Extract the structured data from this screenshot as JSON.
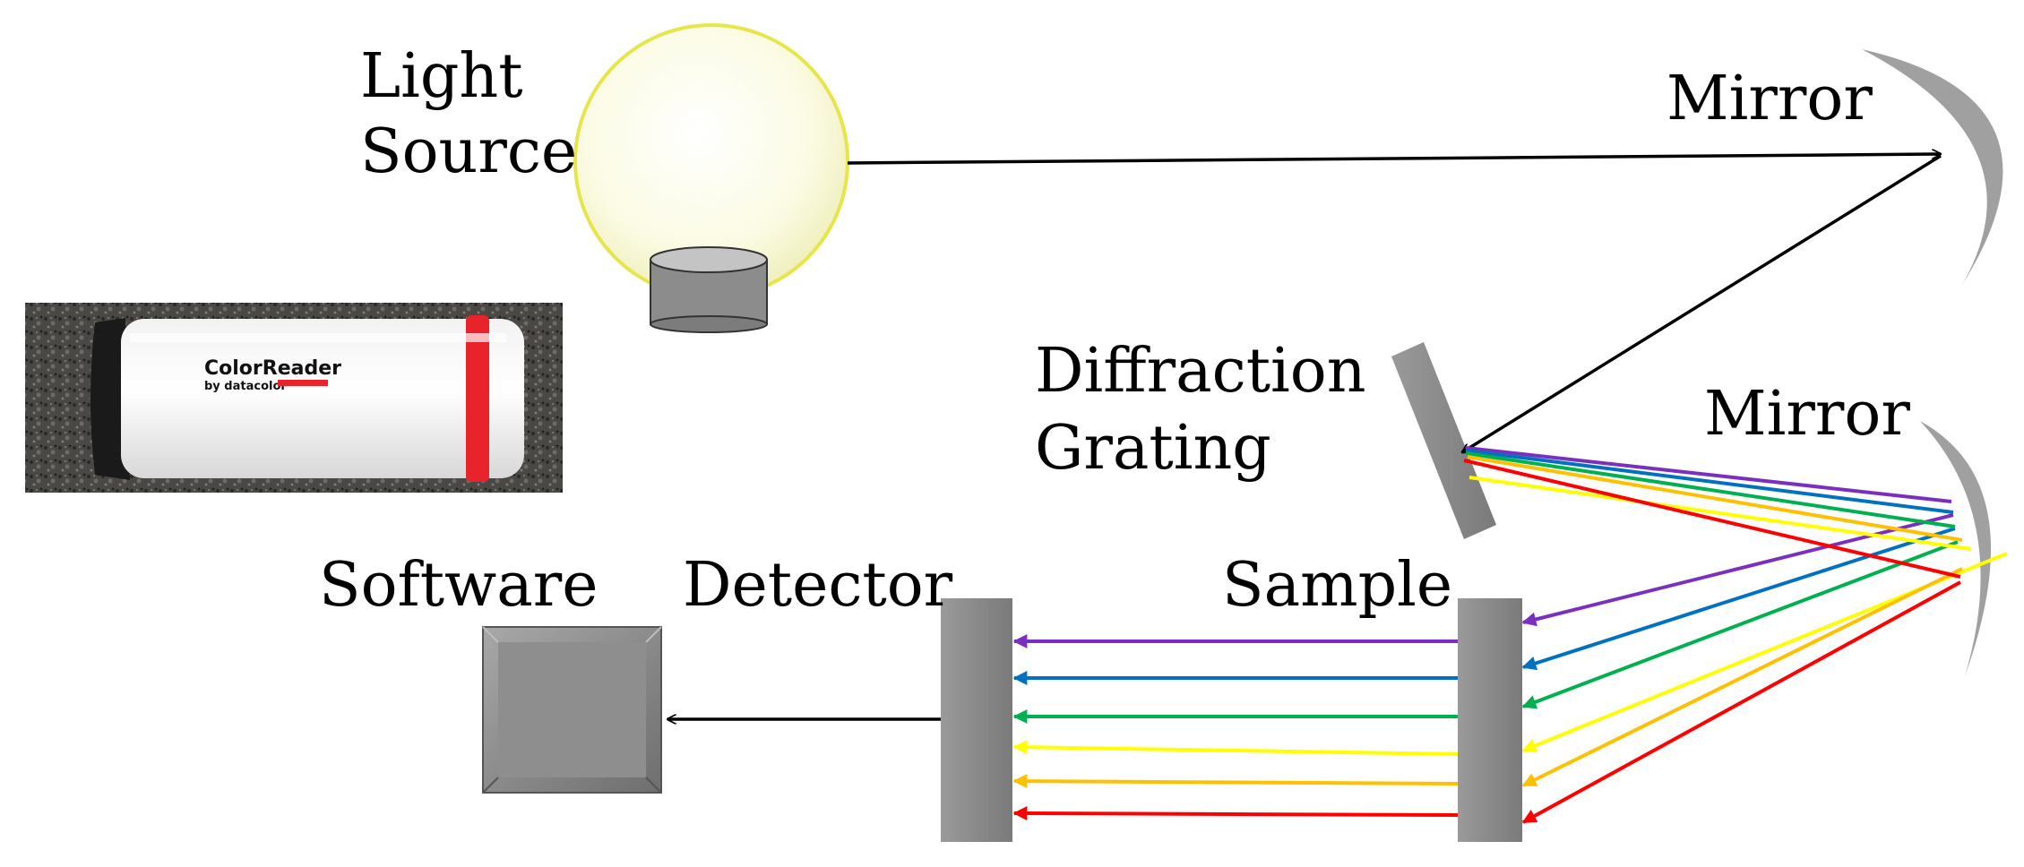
{
  "labels": {
    "light_source_line1": "Light",
    "light_source_line2": "Source",
    "mirror_top": "Mirror",
    "diffraction_line1": "Diffraction",
    "diffraction_line2": "Grating",
    "mirror_right": "Mirror",
    "software": "Software",
    "detector": "Detector",
    "sample": "Sample"
  },
  "photo": {
    "brand": "ColorReader",
    "byline": "by datacolor"
  },
  "spectrum_colors": [
    "#7b2fbf",
    "#0070c0",
    "#00b050",
    "#ffff00",
    "#ffc000",
    "#ff0000"
  ],
  "colors": {
    "component_gray": "#8c8c8c",
    "bulb_fill": "#fdfde8",
    "bulb_outline": "#e8e84a",
    "beam": "#000000"
  }
}
